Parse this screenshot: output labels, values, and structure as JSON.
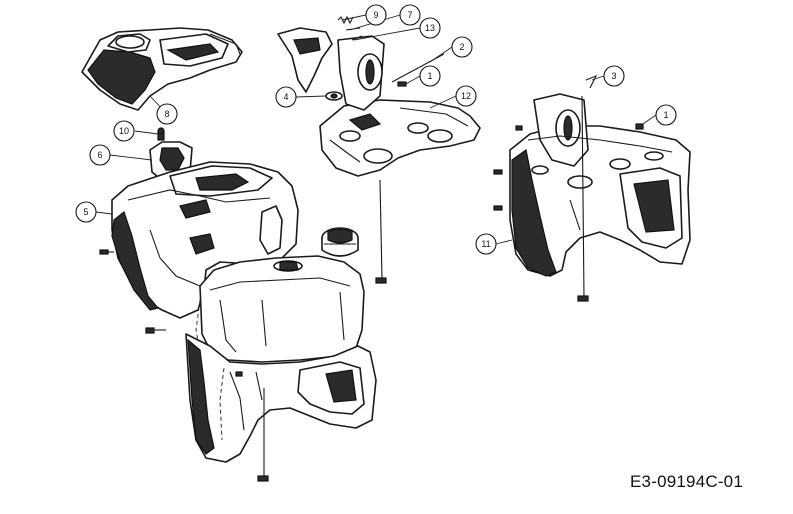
{
  "diagram": {
    "code": "E3-09194C-01",
    "callouts": [
      {
        "id": "1",
        "label": "1"
      },
      {
        "id": "1b",
        "label": "1"
      },
      {
        "id": "2",
        "label": "2"
      },
      {
        "id": "3",
        "label": "3"
      },
      {
        "id": "4",
        "label": "4"
      },
      {
        "id": "5",
        "label": "5"
      },
      {
        "id": "6",
        "label": "6"
      },
      {
        "id": "7",
        "label": "7"
      },
      {
        "id": "8",
        "label": "8"
      },
      {
        "id": "9",
        "label": "9"
      },
      {
        "id": "10",
        "label": "10"
      },
      {
        "id": "11",
        "label": "11"
      },
      {
        "id": "12",
        "label": "12"
      },
      {
        "id": "13",
        "label": "13"
      }
    ]
  }
}
